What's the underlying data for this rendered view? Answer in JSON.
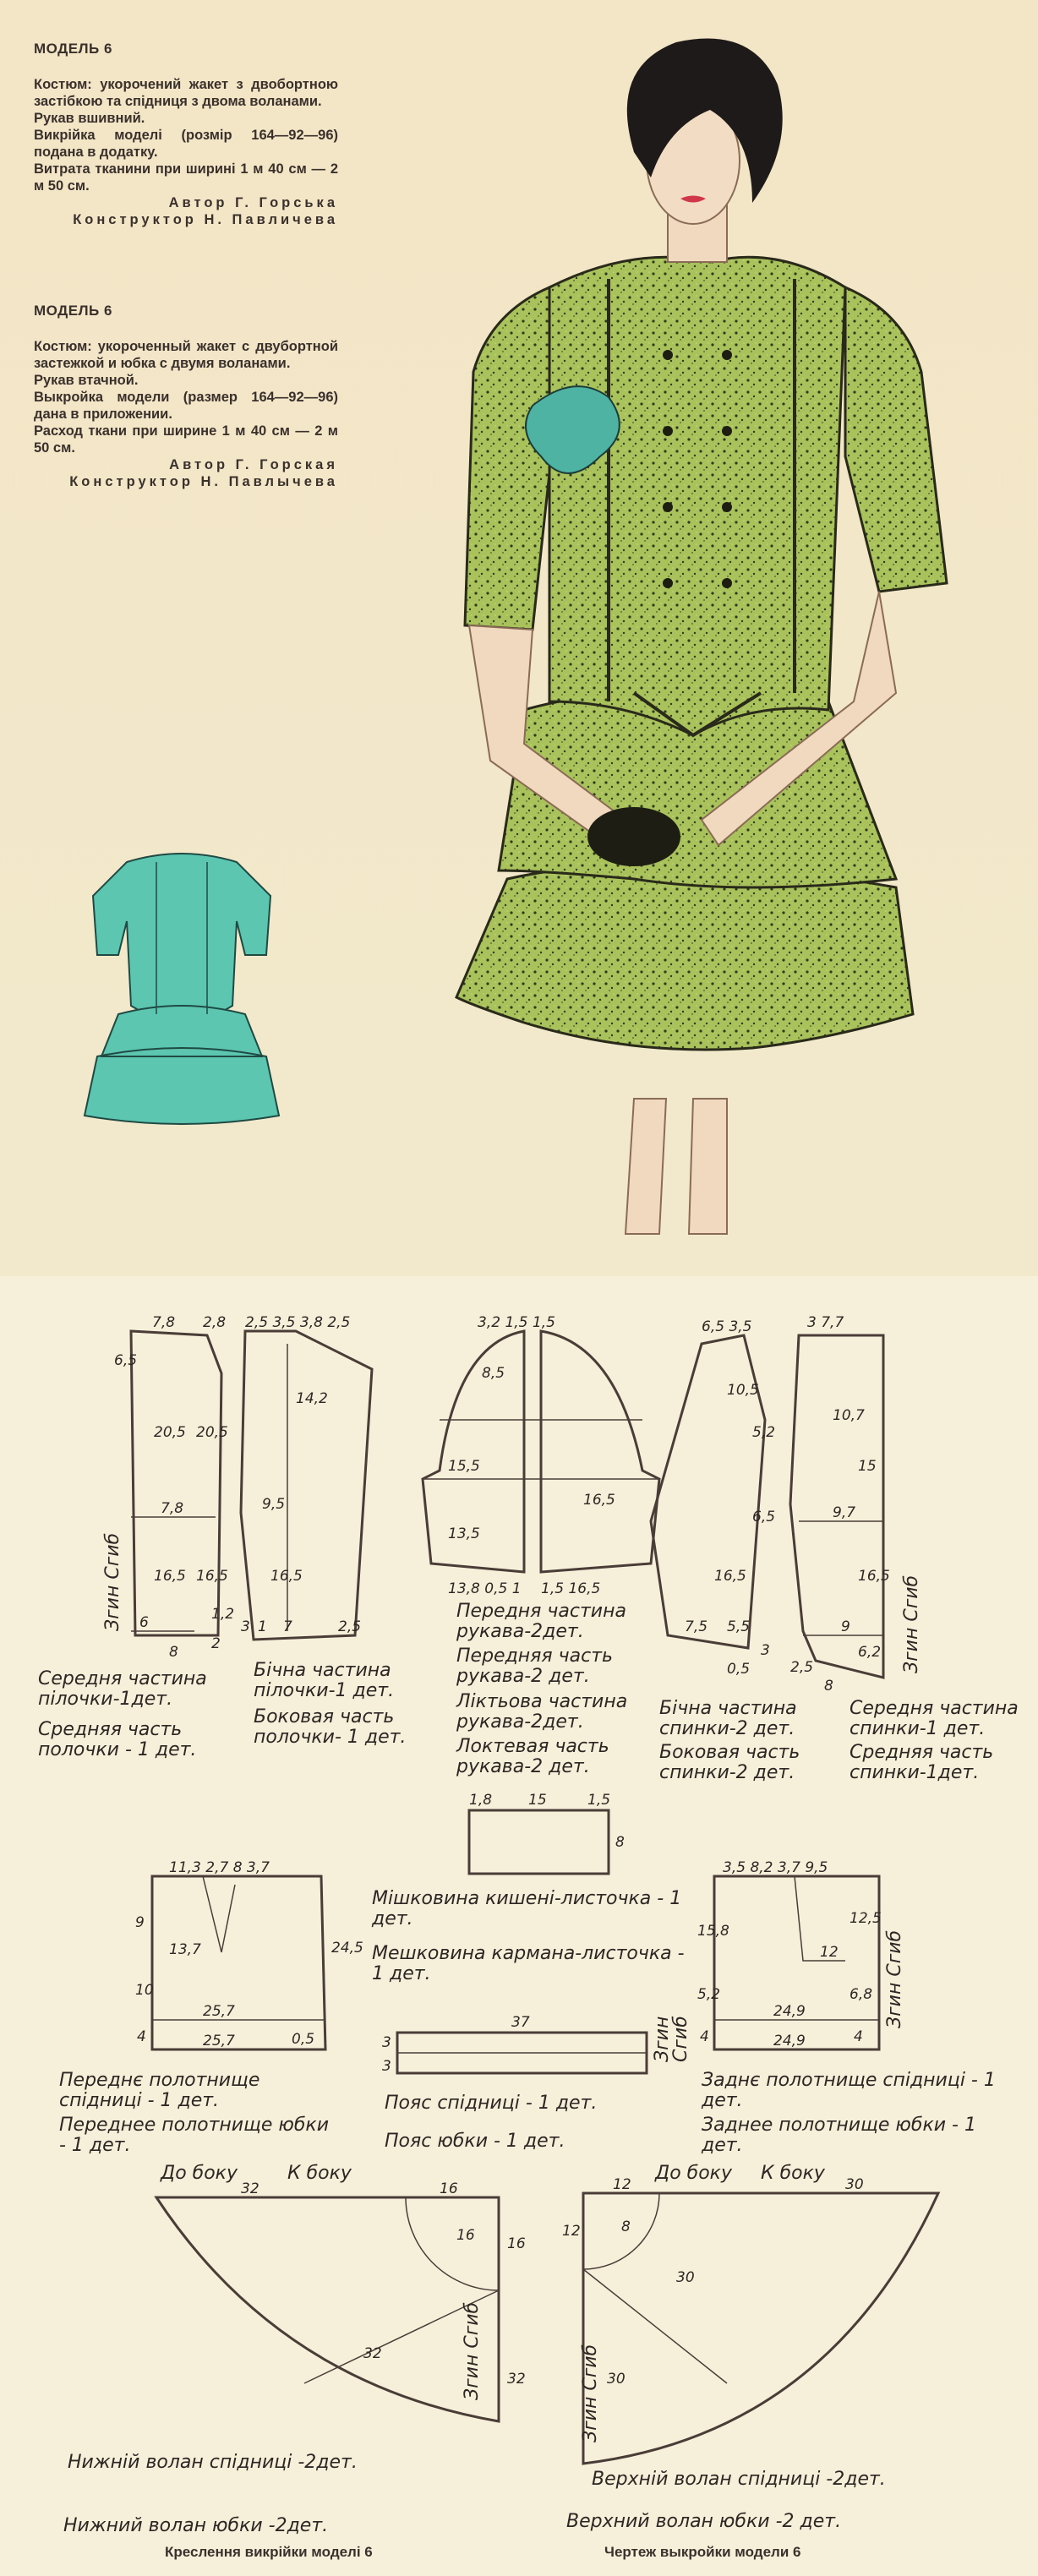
{
  "ukr": {
    "heading": "МОДЕЛЬ 6",
    "lines": [
      "Костюм: укорочений жакет з двобортною застібкою та спідниця з двома воланами.",
      "Рукав вшивний.",
      "Викрійка моделі (розмір 164—92—96) подана в додатку.",
      "Витрата тканини при ширині 1 м 40 см — 2 м 50 см."
    ],
    "author": "Автор Г. Горська",
    "constructor": "Конструктор Н. Павличева"
  },
  "rus": {
    "heading": "МОДЕЛЬ 6",
    "lines": [
      "Костюм: укороченный жакет с двубортной застежкой и юбка с двумя воланами.",
      "Рукав втачной.",
      "Выкройка модели (размер 164—92—96) дана в приложении.",
      "Расход ткани при ширине 1 м 40 см — 2 м 50 см."
    ],
    "author": "Автор Г. Горская",
    "constructor": "Конструктор Н. Павлычева"
  },
  "colors": {
    "jacket": "#a9c25c",
    "jacket_dark": "#3b4a22",
    "flower": "#4fb3a4",
    "mint_figure": "#5cc6b0",
    "paper": "#f4ead0"
  },
  "pattern": {
    "fold": "Згин Сгиб",
    "fold_short": "Згин",
    "fold_ru": "Сгиб",
    "labels": {
      "front_center_ua": "Середня частина пілочки-1дет.",
      "front_center_ru": "Средняя часть полочки - 1 дет.",
      "front_side_ua": "Бічна частина пілочки-1 дет.",
      "front_side_ru": "Боковая часть полочки- 1 дет.",
      "sleeve_front_ua": "Передня частина рукава-2дет.",
      "sleeve_front_ru": "Передняя часть рукава-2 дет.",
      "sleeve_elbow_ua": "Ліктьова частина рукава-2дет.",
      "sleeve_elbow_ru": "Локтевая часть рукава-2 дет.",
      "back_side_ua": "Бічна частина спинки-2 дет.",
      "back_side_ru": "Боковая часть спинки-2 дет.",
      "back_center_ua": "Середня частина спинки-1 дет.",
      "back_center_ru": "Средняя часть спинки-1дет.",
      "pocket_ua": "Мішковина кишені-листочка - 1 дет.",
      "pocket_ru": "Мешковина кармана-листочка - 1 дет.",
      "skirt_front_ua": "Переднє полотнище спідниці - 1 дет.",
      "skirt_front_ru": "Переднее полотнище юбки - 1 дет.",
      "belt_ua": "Пояс спідниці - 1 дет.",
      "belt_ru": "Пояс юбки - 1 дет.",
      "skirt_back_ua": "Заднє полотнище спідниці - 1 дет.",
      "skirt_back_ru": "Заднее полотнище юбки - 1 дет.",
      "side_ua": "До боку",
      "side_ru": "К боку",
      "lower_flounce_ua": "Нижній волан спідниці -2дет.",
      "lower_flounce_ru": "Нижний волан юбки -2дет.",
      "upper_flounce_ua": "Верхній волан спідниці -2дет.",
      "upper_flounce_ru": "Верхний волан юбки -2 дет."
    },
    "dims": {
      "fc_top": "7,8",
      "fc_top2": "2,8",
      "fc_65": "6,5",
      "fc_205a": "20,5",
      "fc_205b": "20,5",
      "fc_78": "7,8",
      "fc_165a": "16,5",
      "fc_165b": "16,5",
      "fc_6": "6",
      "fc_8": "8",
      "fc_12": "1,2",
      "fc_2": "2",
      "fs_top": "2,5 3,5 3,8 2,5",
      "fs_142": "14,2",
      "fs_95": "9,5",
      "fs_165": "16,5",
      "fs_3": "3",
      "fs_1": "1",
      "fs_7": "7",
      "fs_25": "2,5",
      "sl_top": "3,2 1,5 1,5",
      "sl_85": "8,5",
      "sl_155": "15,5",
      "sl_135": "13,5",
      "sl_165": "16,5",
      "sl_bot": "13,8 0,5 1",
      "sl_bot2": "1,5 16,5",
      "bs_top": "6,5 3,5",
      "bs_105": "10,5",
      "bs_52": "5,2",
      "bs_65": "6,5",
      "bs_165": "16,5",
      "bs_75": "7,5",
      "bs_55": "5,5",
      "bs_05": "0,5",
      "bs_3": "3",
      "bc_top": "3 7,7",
      "bc_107": "10,7",
      "bc_15": "15",
      "bc_97": "9,7",
      "bc_165": "16,5",
      "bc_9": "9",
      "bc_62": "6,2",
      "bc_25": "2,5",
      "bc_8": "8",
      "pk_18": "1,8",
      "pk_15": "15",
      "pk_15b": "1,5",
      "pk_8": "8",
      "sf_top": "11,3 2,7 8 3,7",
      "sf_9": "9",
      "sf_137": "13,7",
      "sf_10": "10",
      "sf_257a": "25,7",
      "sf_257b": "25,7",
      "sf_4": "4",
      "sf_05": "0,5",
      "sf_245": "24,5",
      "belt_37": "37",
      "belt_3a": "3",
      "belt_3b": "3",
      "sb_top": "3,5 8,2 3,7 9,5",
      "sb_158": "15,8",
      "sb_12": "12",
      "sb_125": "12,5",
      "sb_52": "5,2",
      "sb_68": "6,8",
      "sb_249a": "24,9",
      "sb_249b": "24,9",
      "sb_4a": "4",
      "sb_4b": "4",
      "lf_32": "32",
      "lf_16": "16",
      "lf_16b": "16",
      "lf_32b": "32",
      "lf_32c": "32",
      "uf_12": "12",
      "uf_30": "30",
      "uf_8": "8",
      "uf_12b": "12",
      "uf_30b": "30",
      "uf_30c": "30"
    }
  },
  "captions": {
    "ukr": "Креслення викрійки моделі 6",
    "rus": "Чертеж выкройки модели 6"
  }
}
